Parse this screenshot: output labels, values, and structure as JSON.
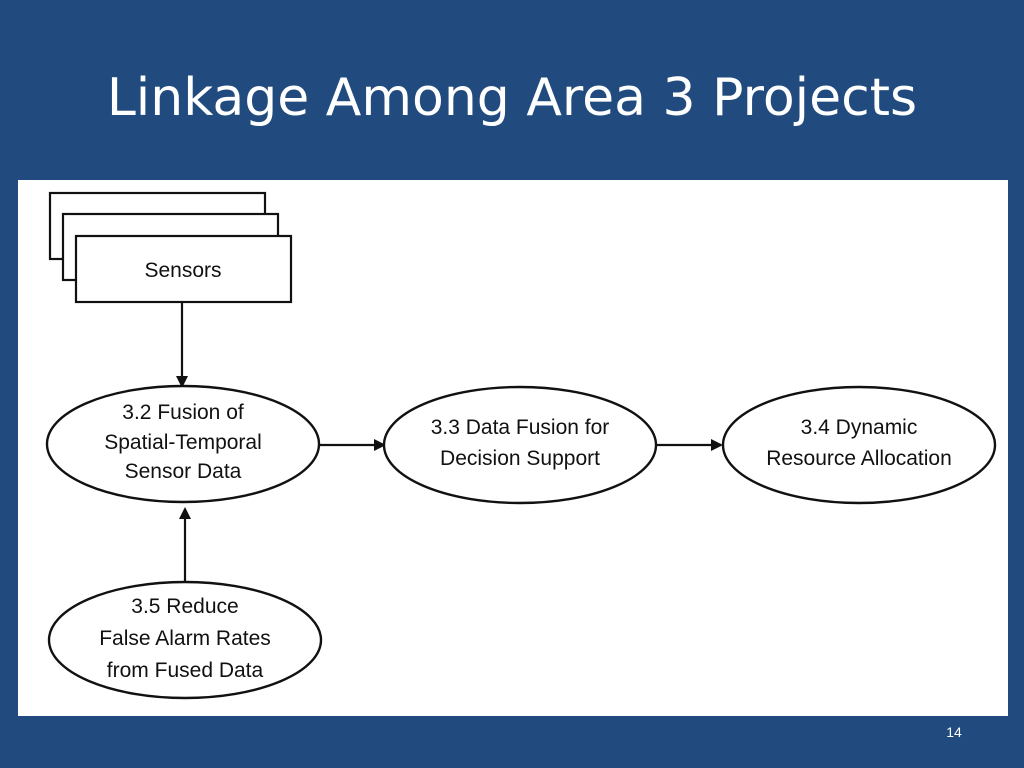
{
  "slide": {
    "title": "Linkage Among Area 3 Projects",
    "page_number": "14"
  },
  "diagram": {
    "sensors": {
      "label": "Sensors"
    },
    "nodes": {
      "fusion_32": [
        "3.2 Fusion of",
        "Spatial-Temporal",
        "Sensor Data"
      ],
      "fusion_33": [
        "3.3 Data Fusion for",
        "Decision Support"
      ],
      "dynamic_34": [
        "3.4 Dynamic",
        "Resource Allocation"
      ],
      "reduce_35": [
        "3.5 Reduce",
        "False Alarm Rates",
        "from Fused Data"
      ]
    }
  },
  "colors": {
    "background": "#214b7e",
    "panel": "#ffffff",
    "stroke": "#111111"
  }
}
